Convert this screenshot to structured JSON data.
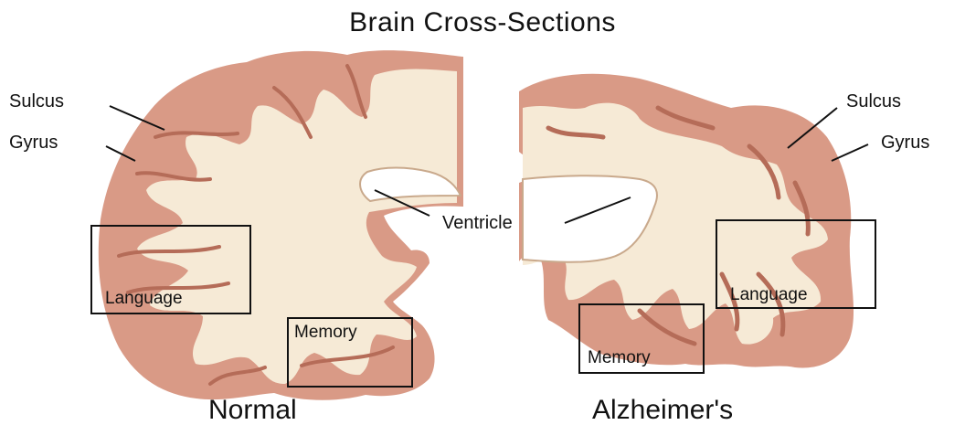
{
  "title": "Brain Cross-Sections",
  "normal": {
    "caption": "Normal",
    "sulcus_label": "Sulcus",
    "gyrus_label": "Gyrus",
    "language_label": "Language",
    "memory_label": "Memory"
  },
  "alzheimers": {
    "caption": "Alzheimer's",
    "sulcus_label": "Sulcus",
    "gyrus_label": "Gyrus",
    "language_label": "Language",
    "memory_label": "Memory"
  },
  "ventricle_label": "Ventricle",
  "colors": {
    "cortex": "#d99a86",
    "cortex_dark": "#b56c58",
    "white_matter": "#f6ead6",
    "outline": "#111111"
  }
}
